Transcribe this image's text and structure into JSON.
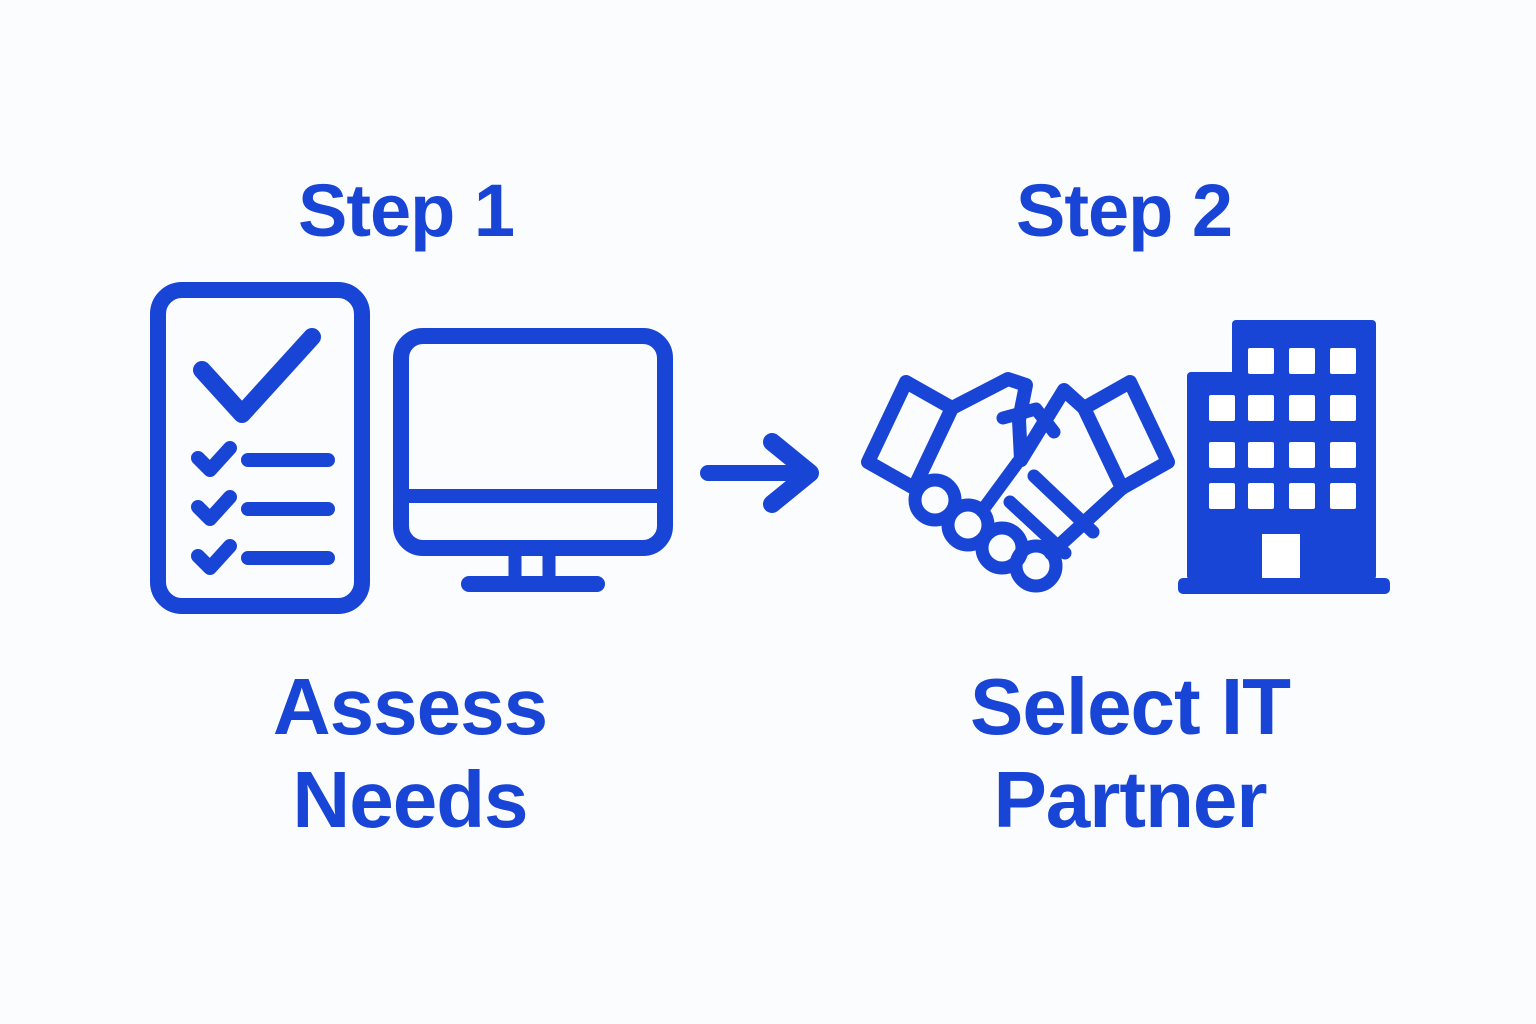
{
  "colors": {
    "accent": "#1845d6",
    "background": "#fbfcfd"
  },
  "steps": [
    {
      "title": "Step 1",
      "label": "Assess\nNeeds",
      "icons": [
        "checklist",
        "computer-monitor"
      ]
    },
    {
      "title": "Step 2",
      "label": "Select IT\nPartner",
      "icons": [
        "handshake",
        "office-building"
      ]
    }
  ],
  "connector": {
    "icon": "arrow-right"
  }
}
